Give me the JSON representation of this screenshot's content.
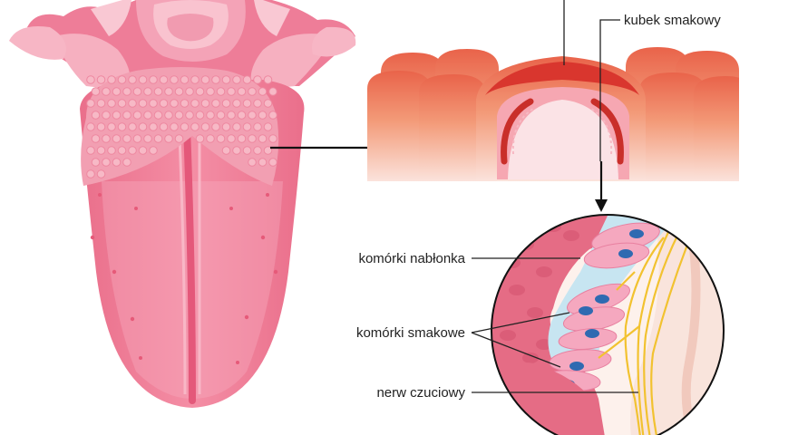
{
  "labels": {
    "taste_bud": "kubek smakowy",
    "epithelial_cells": "komórki nabłonka",
    "taste_cells": "komórki smakowe",
    "sensory_nerve": "nerw czuciowy"
  },
  "colors": {
    "tongue_base": "#f07f97",
    "tongue_light": "#f7a9bb",
    "tongue_dark": "#e1607e",
    "papilla": "#f6a3b4",
    "taste_bud_red": "#d4372f",
    "papilla_orange": "#ee8a5e",
    "nerve_yellow": "#f2c230",
    "cell_nucleus": "#2f6ab1",
    "fluid_blue": "#bfe0ef",
    "arrow": "#111111"
  }
}
